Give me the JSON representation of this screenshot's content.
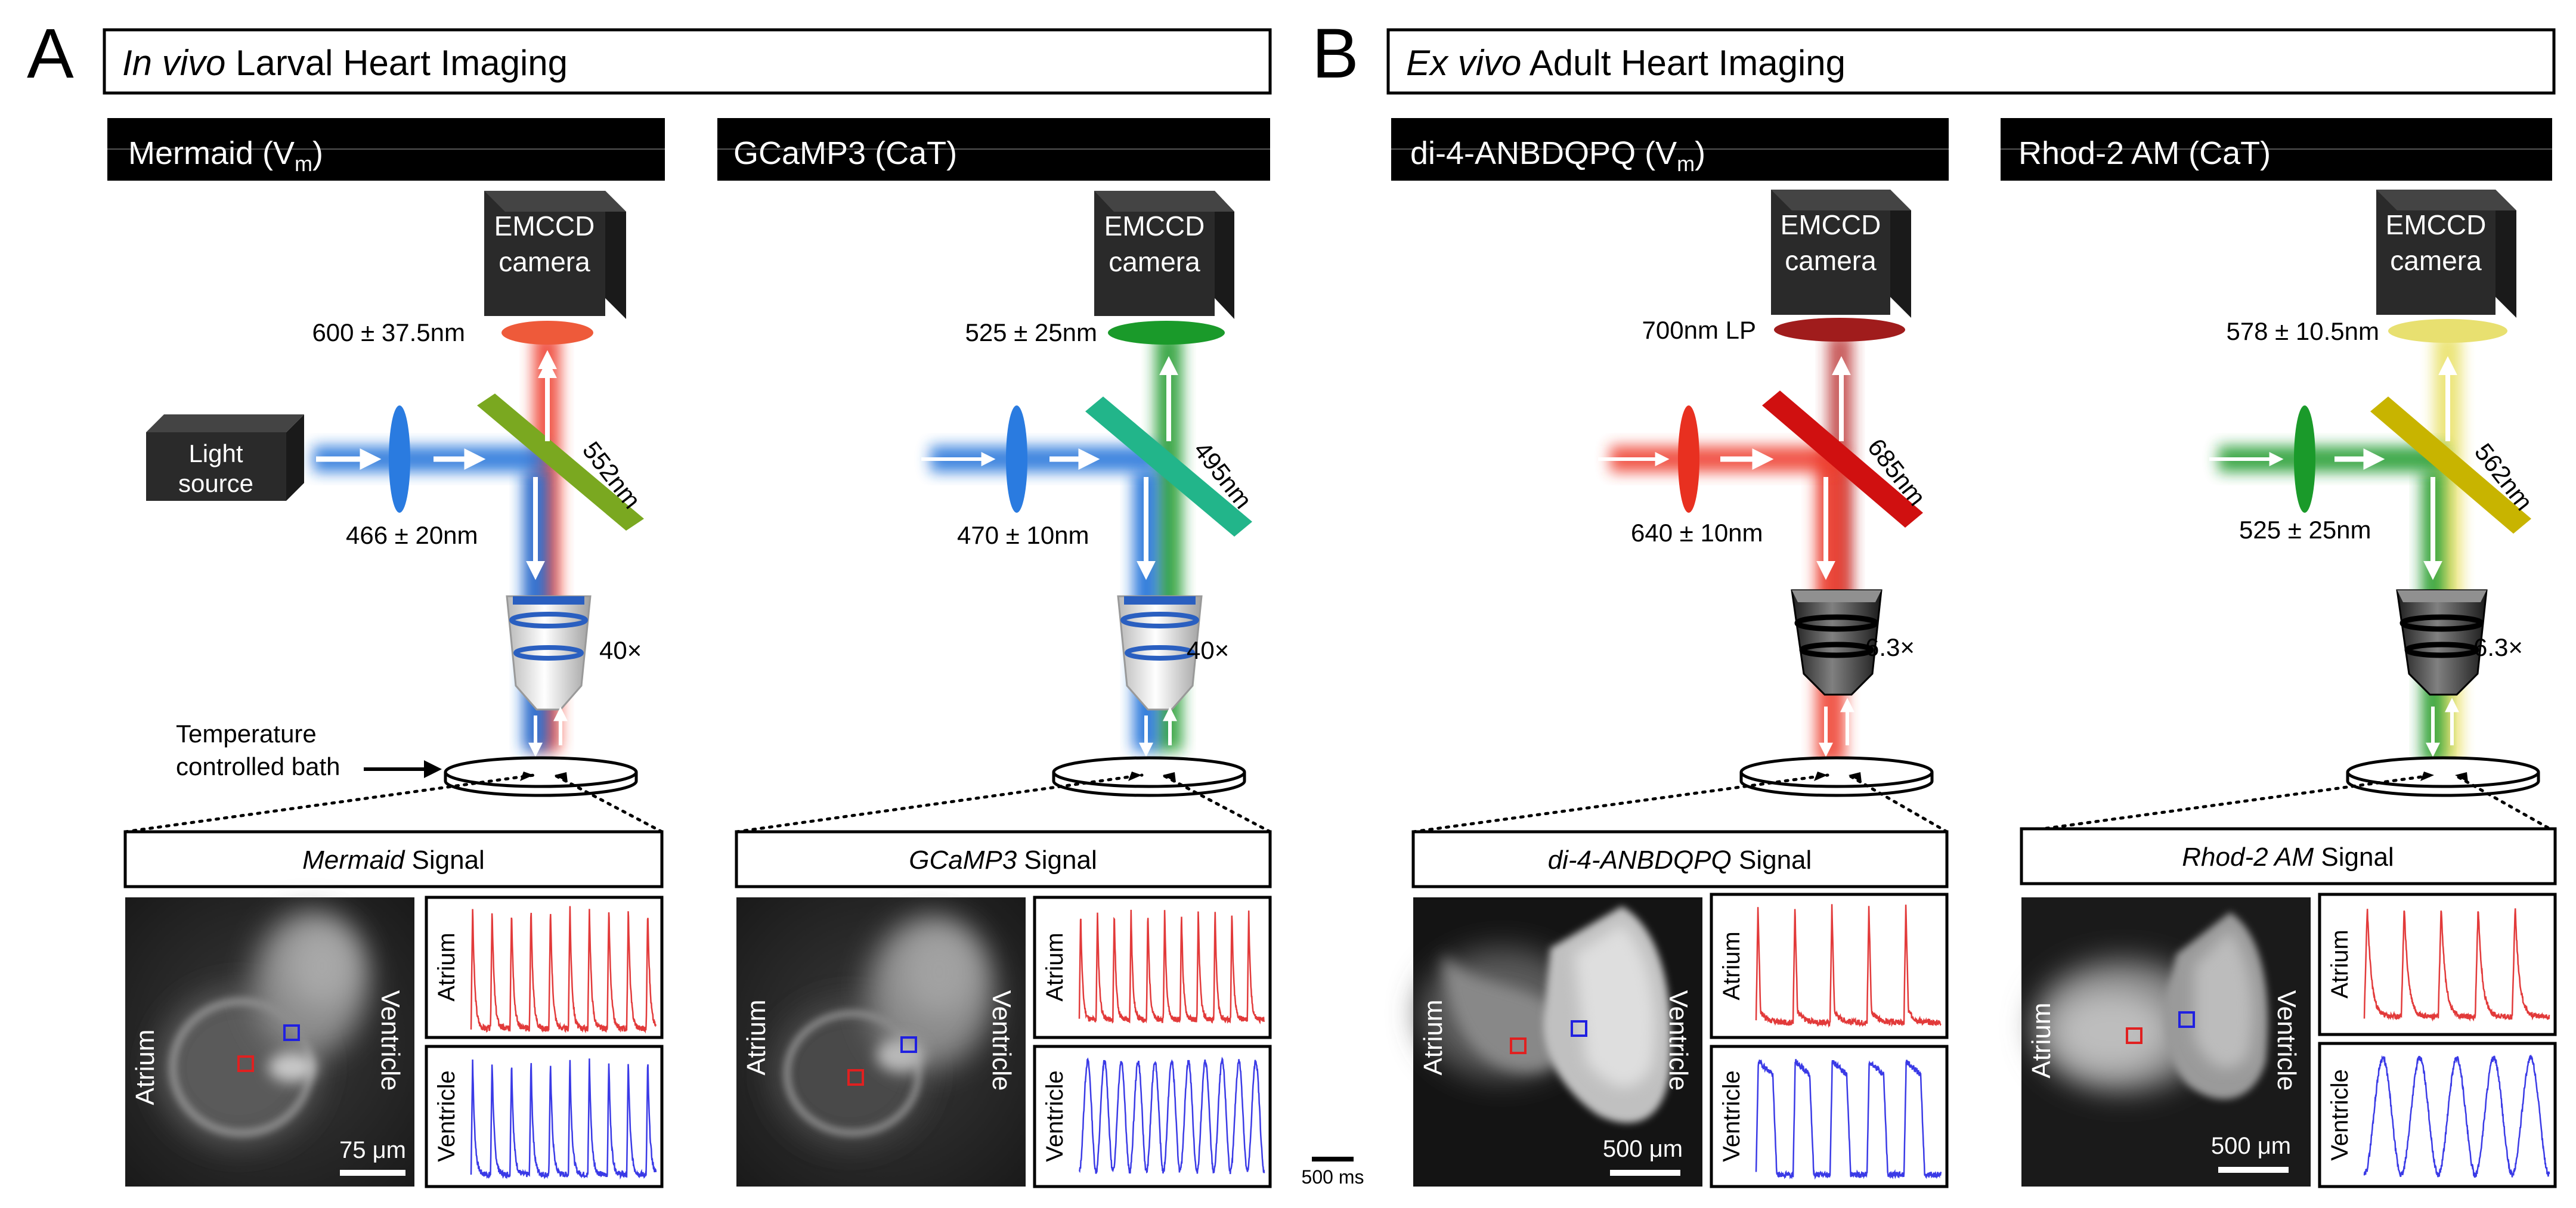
{
  "panels": [
    {
      "letter": "A",
      "title_italic": "In vivo",
      "title_rest": " Larval Heart Imaging",
      "columns": [
        {
          "header_main": "Mermaid (V",
          "header_sub": "m",
          "header_close": ")",
          "camera_line1": "EMCCD",
          "camera_line2": "camera",
          "emission_filter": "600 ± 37.5nm",
          "dichroic": "552nm",
          "excitation_filter": "466 ± 20nm",
          "objective": "40×",
          "signal_italic": "Mermaid",
          "signal_rest": " Signal",
          "image_label_left": "Atrium",
          "image_label_right": "Ventricle",
          "scale_bar": "75 μm",
          "trace_top_label": "Atrium",
          "trace_bottom_label": "Ventricle"
        },
        {
          "header_main": "GCaMP3 (CaT)",
          "header_sub": "",
          "header_close": "",
          "camera_line1": "EMCCD",
          "camera_line2": "camera",
          "emission_filter": "525 ± 25nm",
          "dichroic": "495nm",
          "excitation_filter": "470 ± 10nm",
          "objective": "40×",
          "signal_italic": "GCaMP3",
          "signal_rest": " Signal",
          "image_label_left": "Atrium",
          "image_label_right": "Ventricle",
          "scale_bar": "",
          "trace_top_label": "Atrium",
          "trace_bottom_label": "Ventricle"
        }
      ],
      "light_source_line1": "Light",
      "light_source_line2": "source",
      "bath_line1": "Temperature",
      "bath_line2": "controlled bath"
    },
    {
      "letter": "B",
      "title_italic": "Ex vivo",
      "title_rest": " Adult Heart Imaging",
      "columns": [
        {
          "header_main": "di-4-ANBDQPQ (V",
          "header_sub": "m",
          "header_close": ")",
          "camera_line1": "EMCCD",
          "camera_line2": "camera",
          "emission_filter": "700nm LP",
          "dichroic": "685nm",
          "excitation_filter": "640 ± 10nm",
          "objective": "6.3×",
          "signal_italic": "di-4-ANBDQPQ",
          "signal_rest": " Signal",
          "image_label_left": "Atrium",
          "image_label_right": "Ventricle",
          "scale_bar": "500 μm",
          "trace_top_label": "Atrium",
          "trace_bottom_label": "Ventricle"
        },
        {
          "header_main": "Rhod-2 AM (CaT)",
          "header_sub": "",
          "header_close": "",
          "camera_line1": "EMCCD",
          "camera_line2": "camera",
          "emission_filter": "578 ± 10.5nm",
          "dichroic": "562nm",
          "excitation_filter": "525 ± 25nm",
          "objective": "6.3×",
          "signal_italic": "Rhod-2 AM",
          "signal_rest": " Signal",
          "image_label_left": "Atrium",
          "image_label_right": "Ventricle",
          "scale_bar": "500 μm",
          "trace_top_label": "Atrium",
          "trace_bottom_label": "Ventricle"
        }
      ]
    }
  ],
  "time_scale": "500 ms",
  "colors": {
    "blue": "#1e6fd9",
    "red": "#ee3b2b",
    "green": "#1a9a2a",
    "yellow": "#e8e060",
    "teal": "#22b58a",
    "olive_green": "#7aa820",
    "dark_red": "#b52020",
    "dark_yellow": "#c8b400",
    "trace_red": "#e23a3a",
    "trace_blue": "#3a3ae6",
    "header_bg": "#000000"
  }
}
